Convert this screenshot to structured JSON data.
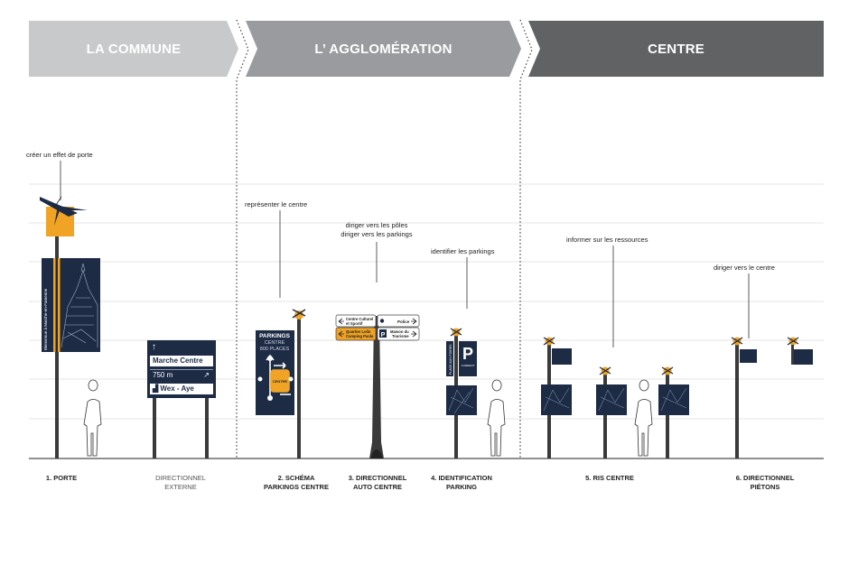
{
  "banners": [
    {
      "label": "LA COMMUNE",
      "color": "#c7c9cb"
    },
    {
      "label": "L’ AGGLOMÉRATION",
      "color": "#999b9e"
    },
    {
      "label": "CENTRE",
      "color": "#606264"
    }
  ],
  "annotations": {
    "porte": "créer un effet de porte",
    "centre": "représenter le centre",
    "poles_line1": "diriger vers les pôles",
    "poles_line2": "diriger vers les parkings",
    "parkings": "identifier les parkings",
    "ressources": "informer sur les ressources",
    "dir_centre": "diriger vers le centre"
  },
  "captions": {
    "porte": "1. PORTE",
    "externe_line1": "DIRECTIONNEL",
    "externe_line2": "EXTERNE",
    "schema_line1": "2. SCHÉMA",
    "schema_line2": "PARKINGS CENTRE",
    "auto_line1": "3. DIRECTIONNEL",
    "auto_line2": "AUTO CENTRE",
    "ident_line1": "4. IDENTIFICATION",
    "ident_line2": "PARKING",
    "ris": "5. RIS CENTRE",
    "pietons_line1": "6. DIRECTIONNEL",
    "pietons_line2": "PIÉTONS"
  },
  "signs": {
    "porte_banner_text": "Bienvenue à Marche-en-Famenne",
    "external": {
      "row1": "Marche Centre",
      "row2": "750 m",
      "row3": "Wex - Aye"
    },
    "parking_schema": {
      "title": "PARKINGS",
      "line2": "CENTRE",
      "line3": "800 PLACES",
      "center_label": "CENTRE"
    },
    "auto": {
      "left1_line1": "Centre Culturel",
      "left1_line2": "et Sportif",
      "left2_line1": "Quartier Lolin",
      "left2_line2": "Camping Paola",
      "right1": "Police",
      "right2_line1": "Maison du",
      "right2_line2": "Tourisme"
    },
    "parking_ident": {
      "letter": "P",
      "side_text": "PLACE AUX FOIRES",
      "small": "CURRENT"
    }
  },
  "colors": {
    "navy": "#1d2b45",
    "orange": "#f0a324",
    "pole": "#3a3a3a",
    "grid": "#dddddd"
  },
  "icons": [
    "person-silhouette-icon",
    "arrow-up-icon",
    "arrow-right-icon",
    "arrow-left-icon",
    "parking-icon",
    "factory-icon",
    "police-icon"
  ]
}
